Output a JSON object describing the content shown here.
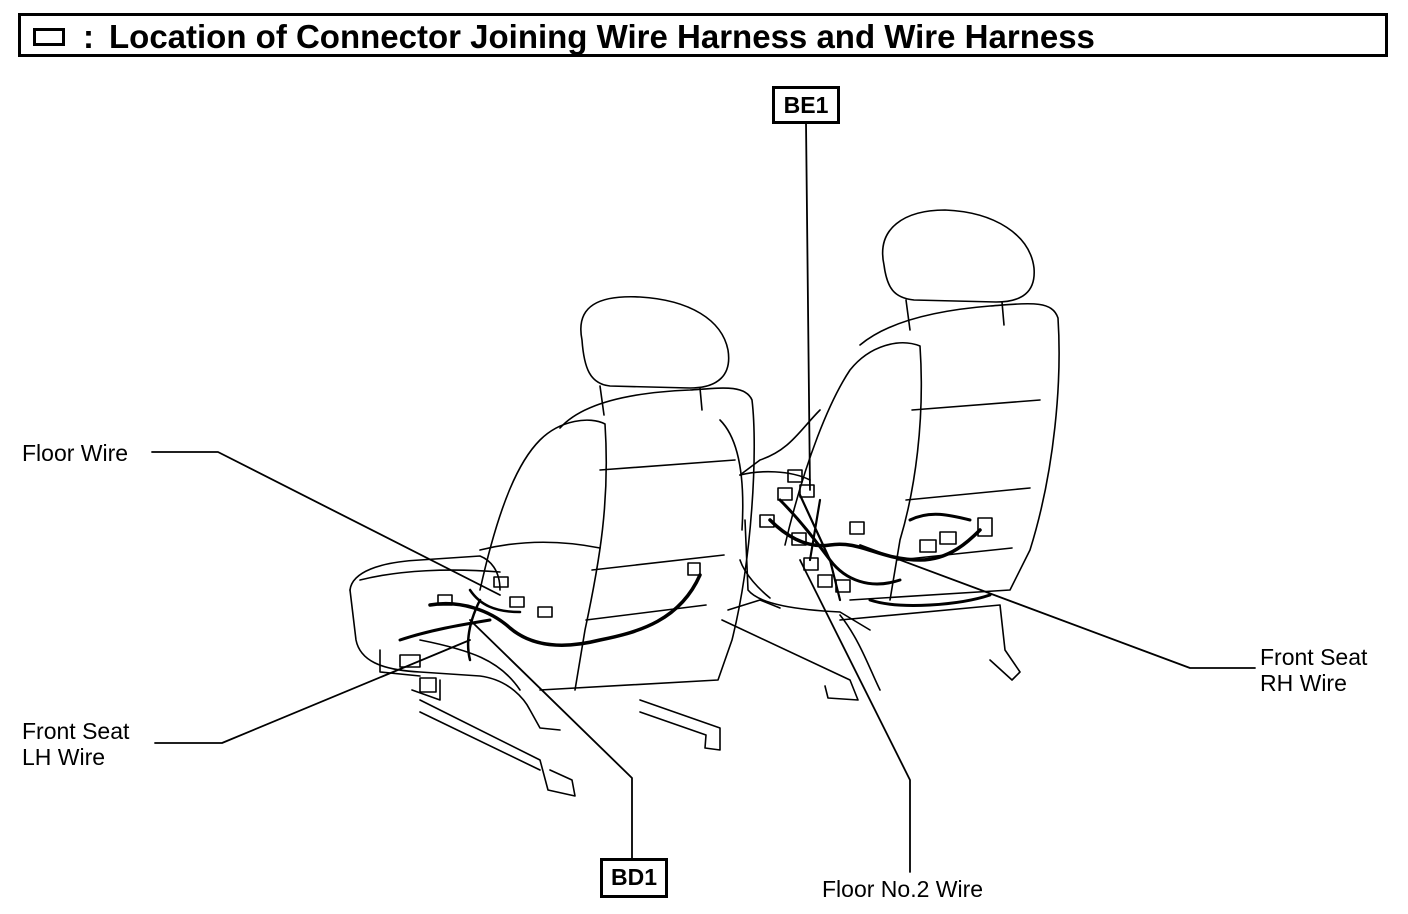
{
  "title": {
    "icon": "connector-box-symbol",
    "colon": ":",
    "text": "Location of Connector Joining Wire Harness and Wire Harness"
  },
  "labels": {
    "floor_wire": "Floor Wire",
    "front_seat_lh_line1": "Front Seat",
    "front_seat_lh_line2": "LH Wire",
    "front_seat_rh_line1": "Front Seat",
    "front_seat_rh_line2": "RH Wire",
    "floor_no2_wire": "Floor No.2 Wire"
  },
  "connectors": {
    "be1": "BE1",
    "bd1": "BD1"
  }
}
